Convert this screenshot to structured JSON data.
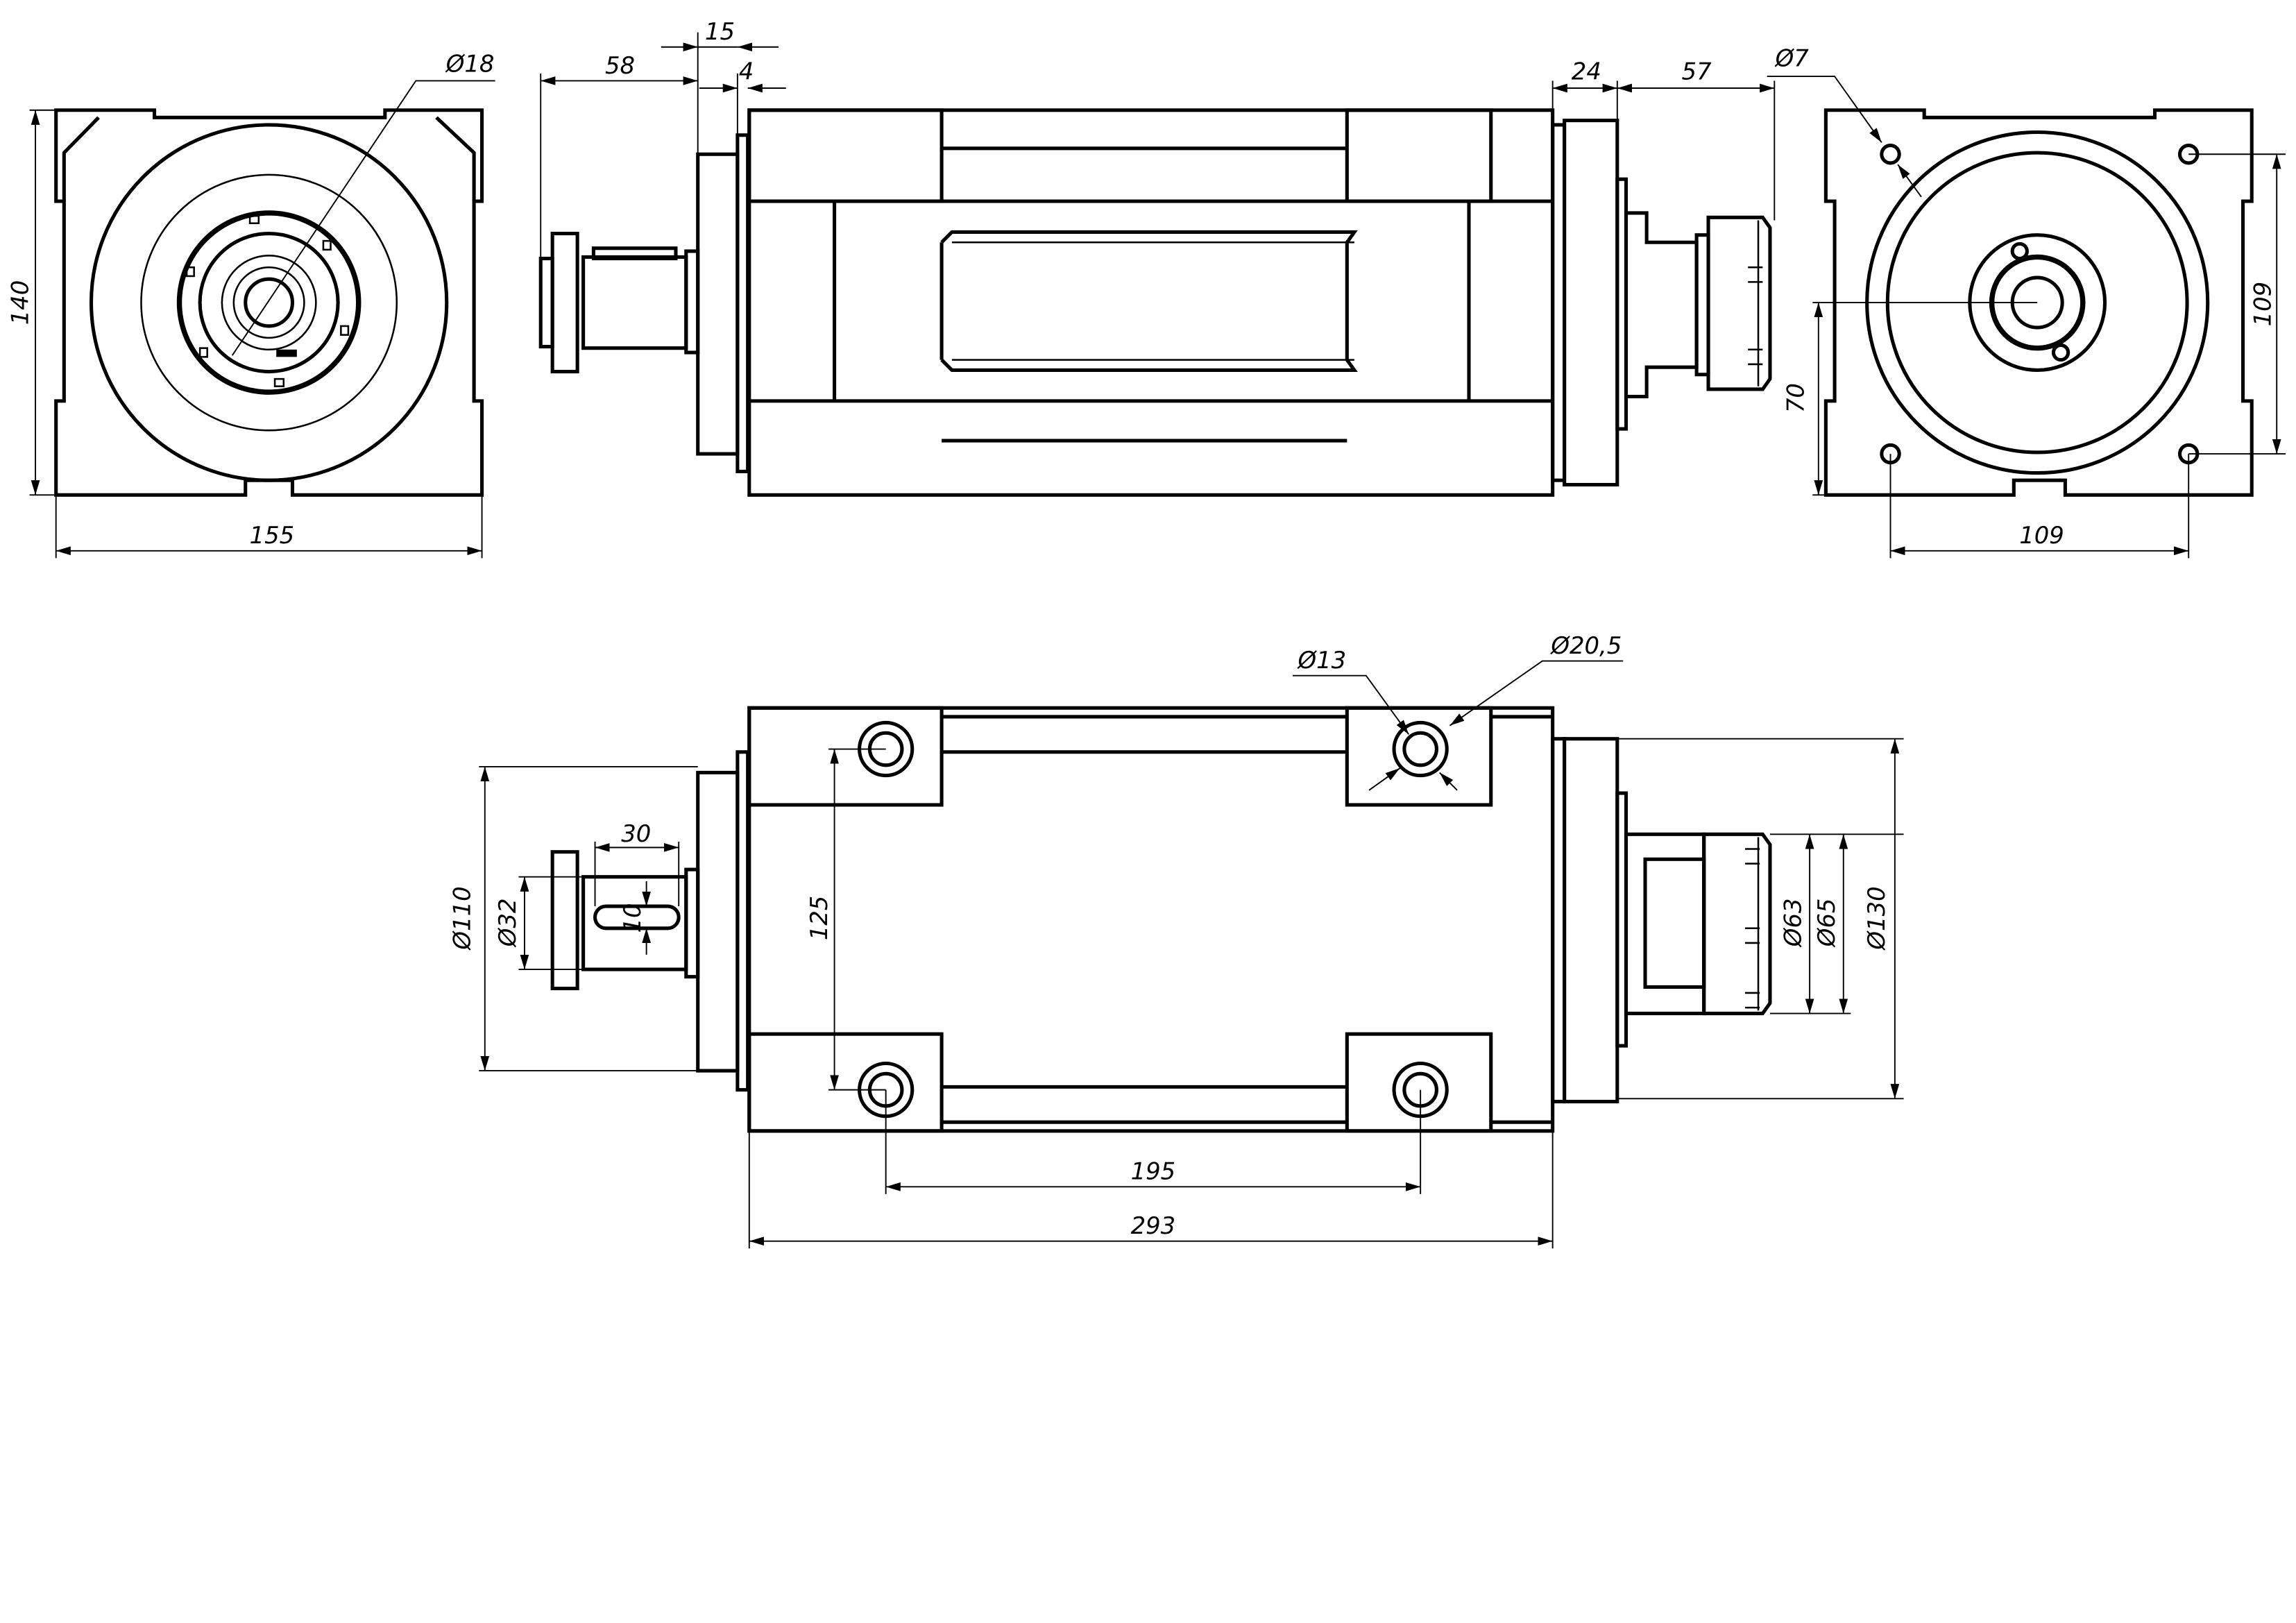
{
  "drawing": {
    "ink_color": "#000000",
    "background": "#ffffff",
    "front_view": {
      "height": "140",
      "width": "155",
      "bore_diameter": "Ø18"
    },
    "side_view": {
      "shaft_length": "58",
      "flange_thickness": "15",
      "plate_thickness": "4",
      "front_flange": "24",
      "nose_length": "57"
    },
    "rear_view": {
      "hole_diameter": "Ø7",
      "axis_height": "70",
      "hole_spacing_vertical": "109",
      "hole_spacing_horizontal": "109"
    },
    "plan_view": {
      "flange_diameter": "Ø110",
      "shaft_diameter": "Ø32",
      "key_length": "30",
      "key_width": "10",
      "mount_spacing_vertical": "125",
      "mount_spacing_horizontal": "195",
      "body_length": "293",
      "hole_diameter": "Ø13",
      "counterbore_diameter": "Ø20,5",
      "collet_diameter": "Ø63",
      "nut_diameter": "Ø65",
      "nose_flange_diameter": "Ø130"
    }
  }
}
